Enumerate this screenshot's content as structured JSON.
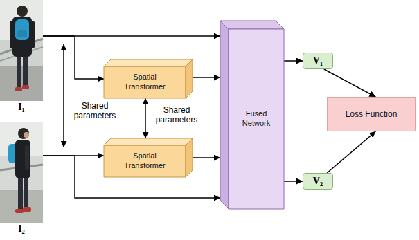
{
  "diagram": {
    "nodes": [
      {
        "text": [
          "I₁"
        ]
      },
      {
        "text": [
          "Spatial Transformer"
        ]
      },
      {
        "text": [
          "Spatial Transformer"
        ]
      },
      {
        "text": [
          "I₂"
        ]
      },
      {
        "text": [
          "Fused Network"
        ]
      },
      {
        "text": [
          "V₁"
        ]
      },
      {
        "text": [
          "V₂"
        ]
      },
      {
        "text": [
          "Loss Function"
        ]
      }
    ],
    "edges": [
      {
        "from": 0,
        "to": 4,
        "arrow": "to"
      },
      {
        "from": 0,
        "to": 1,
        "arrow": "to"
      },
      {
        "from": 1,
        "to": 4,
        "arrow": "to"
      },
      {
        "from": 1,
        "to": 2,
        "label": "Shared parameters",
        "arrow": "both"
      },
      {
        "from": 3,
        "to": 2,
        "arrow": "to"
      },
      {
        "from": 3,
        "to": 4,
        "arrow": "to"
      },
      {
        "from": 2,
        "to": 4,
        "arrow": "to"
      },
      {
        "from": 4,
        "to": 5,
        "arrow": "to"
      },
      {
        "from": 4,
        "to": 6,
        "arrow": "to"
      },
      {
        "from": 5,
        "to": 7,
        "arrow": "to"
      },
      {
        "from": 6,
        "to": 7,
        "arrow": "to"
      }
    ],
    "labels": [
      "Shared parameters"
    ]
  }
}
